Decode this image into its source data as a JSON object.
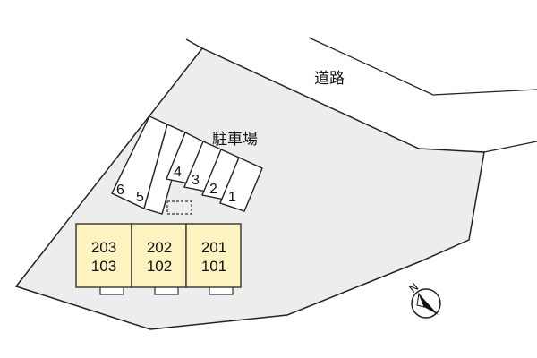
{
  "map": {
    "road_label": "道路",
    "parking_label": "駐車場",
    "stalls": [
      "1",
      "2",
      "3",
      "4",
      "5",
      "6"
    ],
    "building": {
      "fill_color": "#fdf3c0",
      "units": [
        {
          "upper": "203",
          "lower": "103"
        },
        {
          "upper": "202",
          "lower": "102"
        },
        {
          "upper": "201",
          "lower": "101"
        }
      ]
    },
    "compass_label": "N",
    "site_color": "#ededed"
  }
}
